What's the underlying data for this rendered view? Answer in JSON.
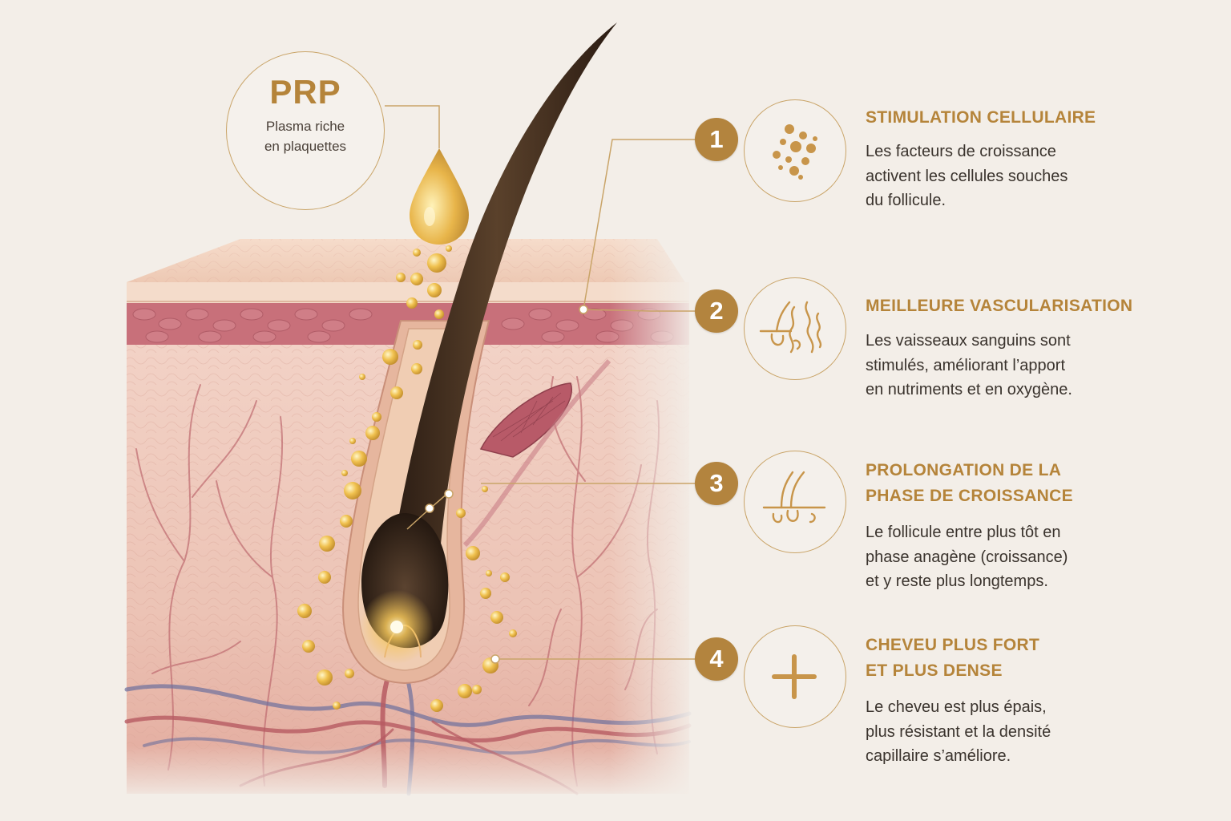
{
  "prp": {
    "title": "PRP",
    "subtitle_line1": "Plasma riche",
    "subtitle_line2": "en plaquettes"
  },
  "steps": [
    {
      "number": "1",
      "icon": "cells-icon",
      "title_line1": "STIMULATION CELLULAIRE",
      "title_line2": "",
      "desc_line1": "Les facteurs de croissance",
      "desc_line2": "activent les cellules souches",
      "desc_line3": "du follicule."
    },
    {
      "number": "2",
      "icon": "vessels-icon",
      "title_line1": "MEILLEURE VASCULARISATION",
      "title_line2": "",
      "desc_line1": "Les vaisseaux sanguins sont",
      "desc_line2": "stimulés, améliorant l’apport",
      "desc_line3": "en nutriments et en oxygène."
    },
    {
      "number": "3",
      "icon": "hair-growth-icon",
      "title_line1": "PROLONGATION DE LA",
      "title_line2": "PHASE DE CROISSANCE",
      "desc_line1": "Le follicule entre plus tôt en",
      "desc_line2": "phase anagène (croissance)",
      "desc_line3": "et y reste plus longtemps."
    },
    {
      "number": "4",
      "icon": "plus-icon",
      "title_line1": "CHEVEU PLUS FORT",
      "title_line2": "ET PLUS DENSE",
      "desc_line1": "Le cheveu est plus épais,",
      "desc_line2": "plus résistant et la densité",
      "desc_line3": "capillaire s’améliore."
    }
  ],
  "colors": {
    "gold": "#b5843a",
    "background": "#f3eee8",
    "skin": "#eecbbf",
    "vessel_red": "#b65a62",
    "vein_blue": "#6c6f9c",
    "hair": "#3b2a1c"
  }
}
